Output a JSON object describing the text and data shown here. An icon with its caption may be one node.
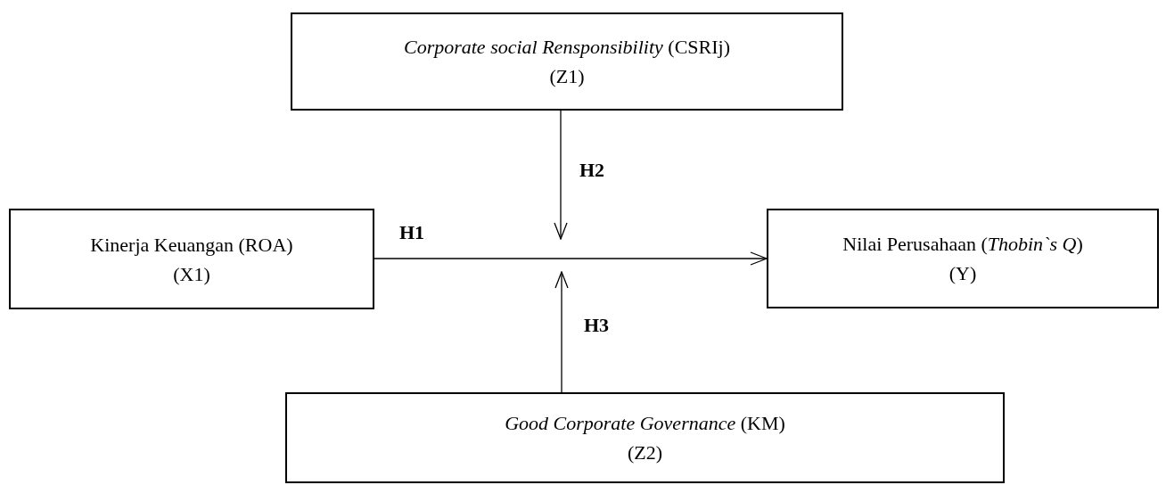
{
  "diagram": {
    "nodes": [
      {
        "text": [
          "*Corporate social Rensponsibility* (CSRIj)",
          "(Z1)"
        ]
      },
      {
        "text": [
          "Kinerja Keuangan (ROA)",
          "(X1)"
        ]
      },
      {
        "text": [
          "Nilai Perusahaan (*Thobin`s Q*)",
          "(Y)"
        ]
      },
      {
        "text": [
          "*Good Corporate Governance* (KM)",
          "(Z2)"
        ]
      }
    ],
    "edges": [
      {
        "from": 1,
        "to": 2,
        "arrow": "to",
        "label": "H1"
      },
      {
        "from": 0,
        "to": null,
        "arrow": "to",
        "label": "H2"
      },
      {
        "from": 3,
        "to": null,
        "arrow": "to",
        "label": "H3"
      }
    ]
  }
}
